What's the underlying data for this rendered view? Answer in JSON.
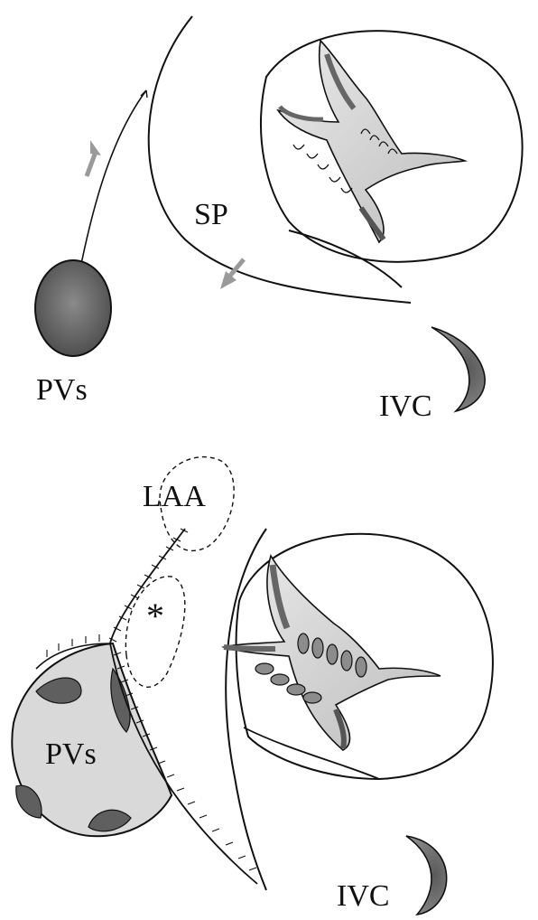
{
  "top_panel": {
    "labels": {
      "septum": "SP",
      "veins": "PVs",
      "ivc": "IVC"
    }
  },
  "bottom_panel": {
    "labels": {
      "appendage": "LAA",
      "asterisk": "*",
      "veins": "PVs",
      "ivc": "IVC"
    }
  },
  "colors": {
    "ink": "#111111",
    "vein_fill": "#5f5f5f",
    "vein_fill_light": "#d9d9d9",
    "arrow": "#9a9a9a",
    "valve_shade": "#7a7a7a"
  }
}
